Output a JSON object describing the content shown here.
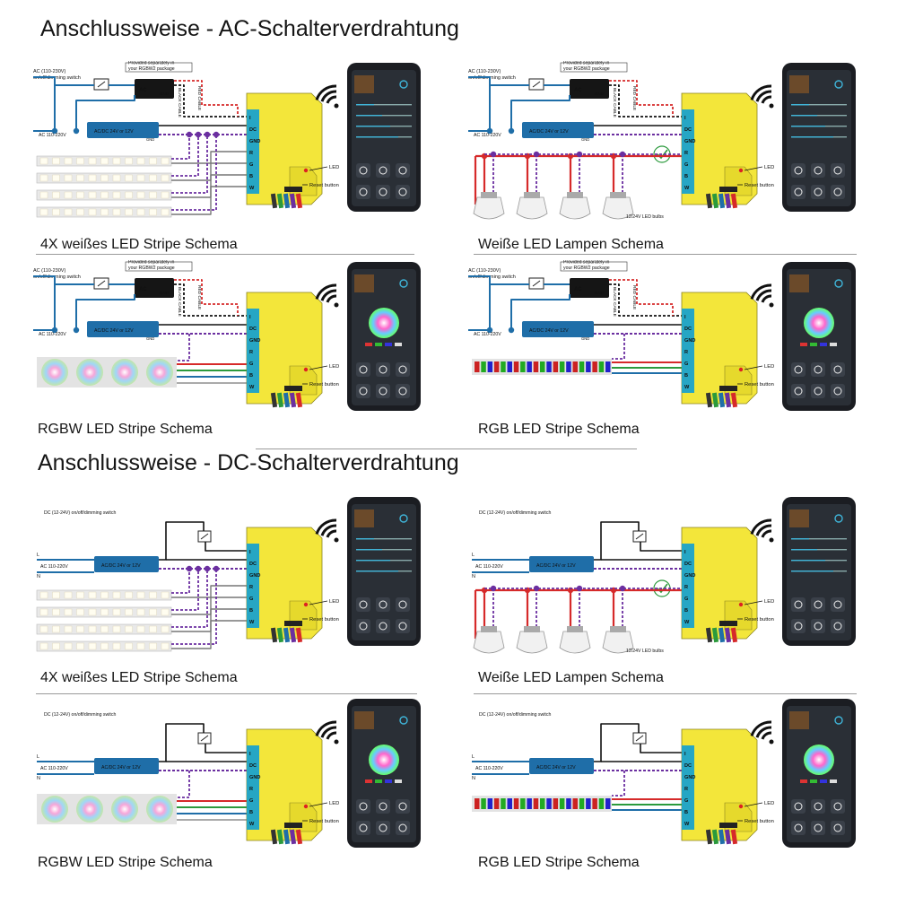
{
  "titles": {
    "ac": "Anschlussweise - AC-Schalterverdrahtung",
    "dc": "Anschlussweise - DC-Schalterverdrahtung"
  },
  "labels": {
    "ac_switch_line1": "AC (110-230V)",
    "ac_switch_line2": "on/off/dimming switch",
    "provided_line1": "Provided separately in",
    "provided_line2": "your RGBW2 package",
    "ac_module": "AC",
    "gnd": "GND",
    "black_cable": "BLACK CABLE",
    "red_cable": "RED CABLE",
    "ac_input": "AC 110-220V",
    "psu": "AC/DC 24V or 12V",
    "dc_switch": "DC (12-24V) on/off/dimming switch",
    "led": "LED",
    "reset": "Reset button",
    "bulbs": "12/24V LED bulbs",
    "L": "L",
    "N": "N"
  },
  "terminals": [
    "I",
    "DC",
    "GND",
    "R",
    "G",
    "B",
    "W"
  ],
  "captions": {
    "ac_white4": "4X weißes LED Stripe Schema",
    "ac_lamps": "Weiße LED Lampen Schema",
    "ac_rgbw": "RGBW LED Stripe Schema",
    "ac_rgb": "RGB LED Stripe Schema",
    "dc_white4": "4X weißes LED Stripe Schema",
    "dc_lamps": "Weiße LED Lampen Schema",
    "dc_rgbw": "RGBW LED Stripe Schema",
    "dc_rgb": "RGB LED Stripe Schema"
  },
  "colors": {
    "module_yellow": "#f3e63a",
    "module_teal": "#26a6c4",
    "wire_blue": "#1f6ea8",
    "wire_red": "#d62a2a",
    "wire_green": "#2b9a3c",
    "wire_purple": "#6b2fa0",
    "phone_dark": "#1b1d22",
    "phone_screen": "#2a2f36",
    "accent_cyan": "#3fb4d8"
  },
  "icons": [
    "wifi-icon",
    "check-icon",
    "switch-icon",
    "led-bulb-icon",
    "phone-icon"
  ]
}
